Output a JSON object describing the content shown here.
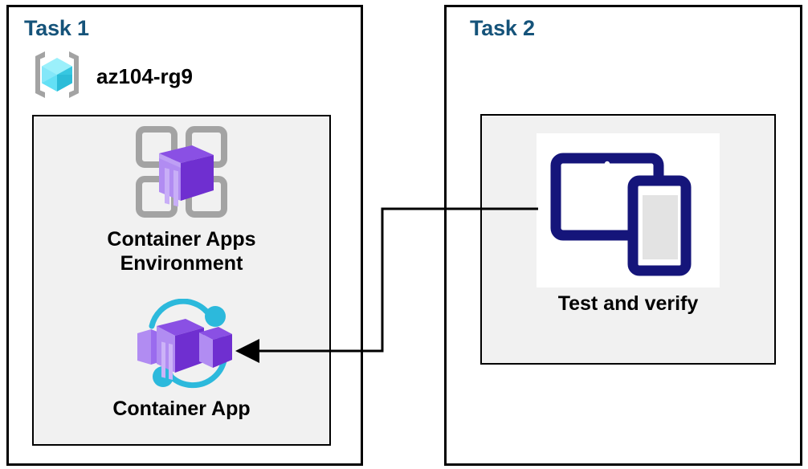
{
  "diagram": {
    "title": "Azure Container Apps task diagram",
    "background": "#ffffff",
    "accent_title_color": "#15537a",
    "group_fill": "#f1f1f1",
    "stroke_color": "#000000"
  },
  "panels": [
    {
      "id": "task1",
      "title": "Task 1",
      "resource_group": {
        "name": "az104-rg9",
        "icon": "resource-group-icon"
      },
      "group_box": {
        "nodes": [
          {
            "id": "container-apps-environment",
            "label": "Container Apps\nEnvironment",
            "icon": "container-apps-environment-icon"
          },
          {
            "id": "container-app",
            "label": "Container App",
            "icon": "container-app-icon"
          }
        ]
      }
    },
    {
      "id": "task2",
      "title": "Task 2",
      "group_box": {
        "nodes": [
          {
            "id": "test-and-verify",
            "label": "Test and verify",
            "icon": "devices-tablet-phone-icon"
          }
        ]
      }
    }
  ],
  "connectors": [
    {
      "id": "test-to-container-app",
      "from": "test-and-verify",
      "to": "container-app",
      "arrow_at": "to",
      "style": "orthogonal",
      "color": "#000000"
    }
  ],
  "colors": {
    "resource_group_cube_light": "#9bf0fb",
    "resource_group_cube_mid": "#50d9ef",
    "resource_group_cube_dark": "#2bbcd8",
    "bracket_gray": "#a3a3a3",
    "container_purple_light": "#a67ef0",
    "container_purple_mid": "#8a4fe0",
    "container_purple_dark": "#6f2fd0",
    "orbit_cyan": "#2cb9dc",
    "device_navy": "#15157a",
    "device_screen_gray": "#e3e3e3",
    "frame_gray": "#a3a3a3"
  }
}
